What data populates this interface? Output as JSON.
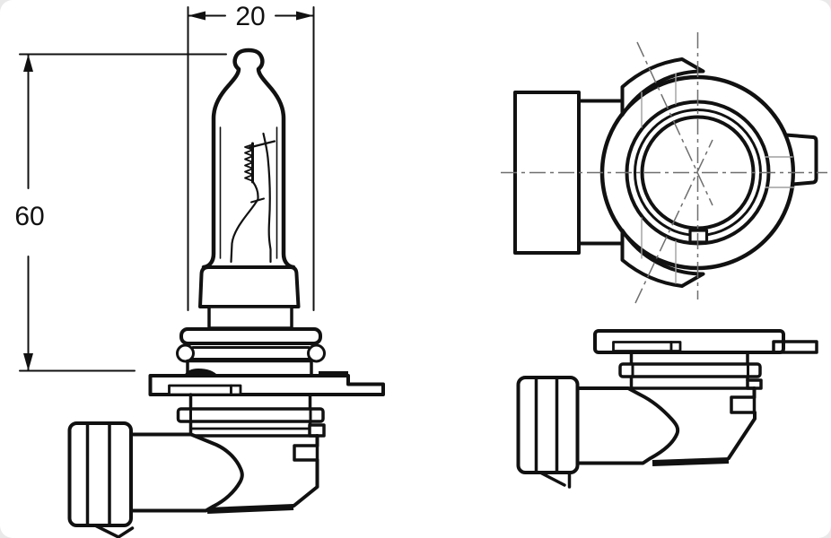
{
  "canvas": {
    "background": "#ffffff",
    "line_color": "#111111",
    "centerline_color": "#6f6f6f",
    "construction_color": "#9f9f9f"
  },
  "drawing": {
    "type": "halogen-bulb-technical-drawing",
    "dimensions": {
      "width": {
        "value": "20"
      },
      "height": {
        "value": "60"
      }
    }
  }
}
